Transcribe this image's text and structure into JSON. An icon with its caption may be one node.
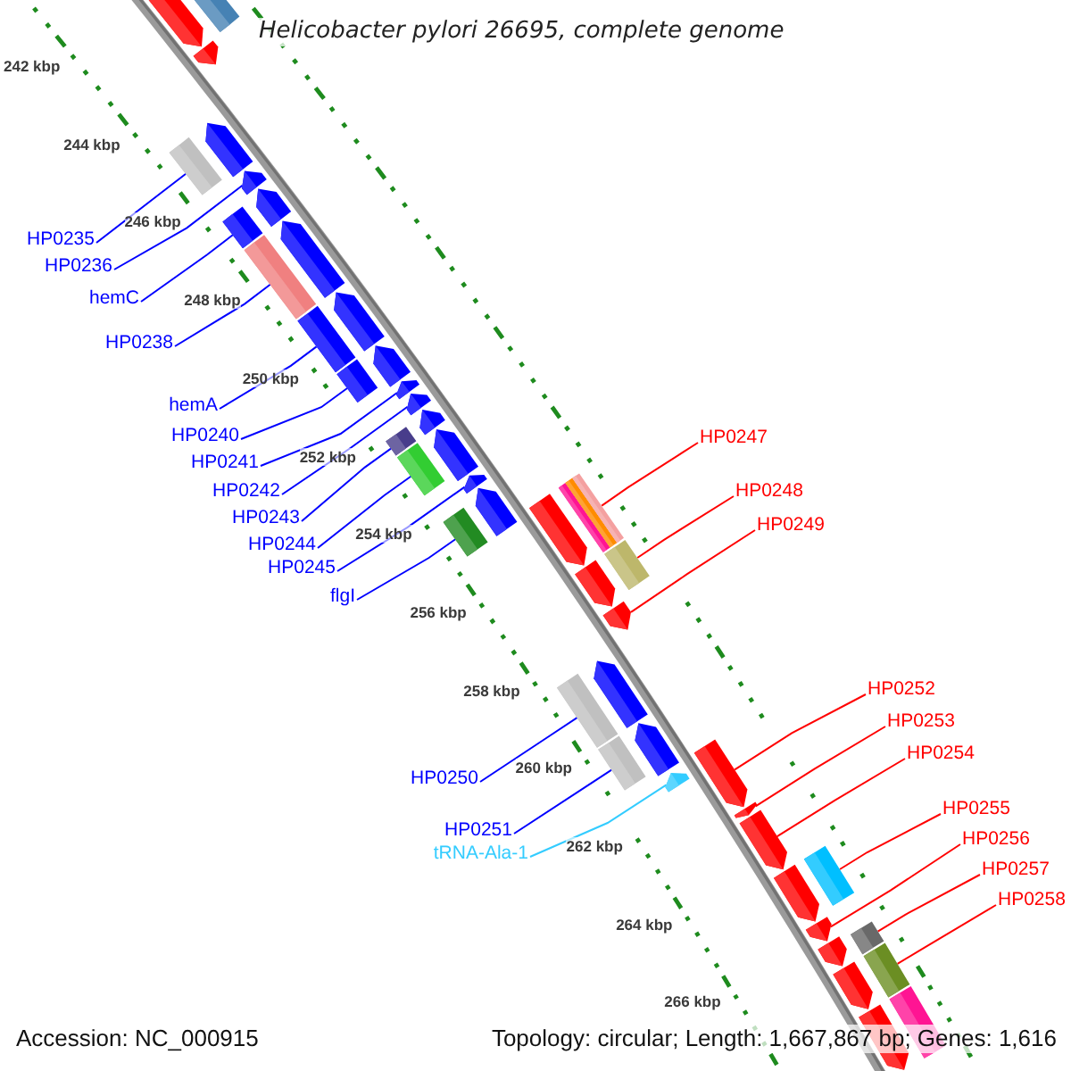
{
  "diagram": {
    "title": "Helicobacter pylori 26695, complete genome",
    "nodes": [
      {
        "text": [
          "HP0235"
        ]
      },
      {
        "text": [
          "HP0236"
        ]
      },
      {
        "text": [
          "hemC"
        ]
      },
      {
        "text": [
          "HP0238"
        ]
      },
      {
        "text": [
          "hemA"
        ]
      },
      {
        "text": [
          "HP0240"
        ]
      },
      {
        "text": [
          "HP0241"
        ]
      },
      {
        "text": [
          "HP0242"
        ]
      },
      {
        "text": [
          "HP0243"
        ]
      },
      {
        "text": [
          "HP0244"
        ]
      },
      {
        "text": [
          "HP0245"
        ]
      },
      {
        "text": [
          "flgI"
        ]
      },
      {
        "text": [
          "HP0250"
        ]
      },
      {
        "text": [
          "HP0251"
        ]
      },
      {
        "text": [
          "tRNA-Ala-1"
        ]
      },
      {
        "text": [
          "HP0247"
        ]
      },
      {
        "text": [
          "HP0248"
        ]
      },
      {
        "text": [
          "HP0249"
        ]
      },
      {
        "text": [
          "HP0252"
        ]
      },
      {
        "text": [
          "HP0253"
        ]
      },
      {
        "text": [
          "HP0254"
        ]
      },
      {
        "text": [
          "HP0255"
        ]
      },
      {
        "text": [
          "HP0256"
        ]
      },
      {
        "text": [
          "HP0257"
        ]
      },
      {
        "text": [
          "HP0258"
        ]
      },
      {
        "text": [],
        "shape": "pentagon"
      },
      {
        "text": [],
        "shape": "box"
      },
      {
        "text": [],
        "shape": "pentagon"
      },
      {
        "text": [],
        "shape": "box"
      },
      {
        "text": [],
        "shape": "pentagon"
      },
      {
        "text": [],
        "shape": "pentagon"
      },
      {
        "text": [],
        "shape": "box"
      },
      {
        "text": [],
        "shape": "pentagon"
      },
      {
        "text": [],
        "shape": "box"
      },
      {
        "text": [],
        "shape": "pentagon"
      },
      {
        "text": [],
        "shape": "box"
      },
      {
        "text": [],
        "shape": "pentagon"
      },
      {
        "text": [],
        "shape": "box"
      },
      {
        "text": [],
        "shape": "pentagon"
      },
      {
        "text": [],
        "shape": "pentagon"
      },
      {
        "text": [],
        "shape": "pentagon"
      },
      {
        "text": [],
        "shape": "pentagon"
      },
      {
        "text": [],
        "shape": "box"
      },
      {
        "text": [],
        "shape": "box"
      },
      {
        "text": [],
        "shape": "pentagon"
      },
      {
        "text": [],
        "shape": "pentagon"
      },
      {
        "text": [],
        "shape": "box"
      },
      {
        "text": [],
        "shape": "pentagon"
      },
      {
        "text": [],
        "shape": "pentagon"
      },
      {
        "text": [],
        "shape": "bar"
      },
      {
        "text": [],
        "shape": "bar"
      },
      {
        "text": [],
        "shape": "bar"
      },
      {
        "text": [],
        "shape": "pentagon"
      },
      {
        "text": [],
        "shape": "box"
      },
      {
        "text": [],
        "shape": "pentagon"
      },
      {
        "text": [],
        "shape": "box"
      },
      {
        "text": [],
        "shape": "pentagon"
      },
      {
        "text": [],
        "shape": "box"
      },
      {
        "text": [],
        "shape": "pentagon"
      },
      {
        "text": [],
        "shape": "pentagon"
      },
      {
        "text": [],
        "shape": "pentagon"
      },
      {
        "text": [],
        "shape": "pentagon"
      },
      {
        "text": [],
        "shape": "pentagon"
      },
      {
        "text": [],
        "shape": "pentagon"
      },
      {
        "text": [],
        "shape": "box"
      },
      {
        "text": [],
        "shape": "pentagon"
      },
      {
        "text": [],
        "shape": "pentagon"
      },
      {
        "text": [],
        "shape": "box"
      },
      {
        "text": [],
        "shape": "pentagon"
      },
      {
        "text": [],
        "shape": "box"
      },
      {
        "text": [],
        "shape": "pentagon"
      },
      {
        "text": [],
        "shape": "box"
      }
    ],
    "edges": [
      {
        "from": 0,
        "to": 28,
        "arrow": "none"
      },
      {
        "from": 1,
        "to": 30,
        "arrow": "none"
      },
      {
        "from": 2,
        "to": 31,
        "arrow": "none"
      },
      {
        "from": 3,
        "to": 33,
        "arrow": "none"
      },
      {
        "from": 4,
        "to": 35,
        "arrow": "none"
      },
      {
        "from": 5,
        "to": 37,
        "arrow": "none"
      },
      {
        "from": 6,
        "to": 39,
        "arrow": "none"
      },
      {
        "from": 7,
        "to": 40,
        "arrow": "none"
      },
      {
        "from": 8,
        "to": 42,
        "arrow": "none"
      },
      {
        "from": 9,
        "to": 43,
        "arrow": "none"
      },
      {
        "from": 10,
        "to": 45,
        "arrow": "none"
      },
      {
        "from": 11,
        "to": 46,
        "arrow": "none"
      },
      {
        "from": 12,
        "to": 55,
        "arrow": "none"
      },
      {
        "from": 13,
        "to": 57,
        "arrow": "none"
      },
      {
        "from": 14,
        "to": 60,
        "arrow": "none",
        "color": "#33ccff"
      },
      {
        "from": 15,
        "to": 51,
        "arrow": "none",
        "color": "#ff0000"
      },
      {
        "from": 16,
        "to": 53,
        "arrow": "none",
        "color": "#ff0000"
      },
      {
        "from": 17,
        "to": 54,
        "arrow": "none",
        "color": "#ff0000"
      },
      {
        "from": 18,
        "to": 59,
        "arrow": "none",
        "color": "#ff0000"
      },
      {
        "from": 19,
        "to": 61,
        "arrow": "none",
        "color": "#ff0000"
      },
      {
        "from": 20,
        "to": 62,
        "arrow": "none",
        "color": "#ff0000"
      },
      {
        "from": 21,
        "to": 64,
        "arrow": "none",
        "color": "#ff0000"
      },
      {
        "from": 22,
        "to": 65,
        "arrow": "none",
        "color": "#ff0000"
      },
      {
        "from": 23,
        "to": 67,
        "arrow": "none",
        "color": "#ff0000"
      },
      {
        "from": 24,
        "to": 69,
        "arrow": "none",
        "color": "#ff0000"
      }
    ],
    "labels": [
      "242 kbp",
      "244 kbp",
      "246 kbp",
      "248 kbp",
      "250 kbp",
      "252 kbp",
      "254 kbp",
      "256 kbp",
      "258 kbp",
      "260 kbp",
      "262 kbp",
      "264 kbp",
      "266 kbp",
      "Accession: NC_000915",
      "Topology: circular; Length: 1,667,867 bp; Genes: 1,616"
    ]
  }
}
